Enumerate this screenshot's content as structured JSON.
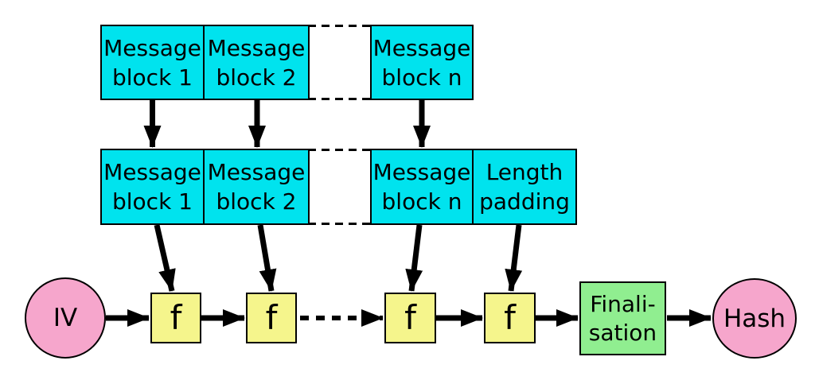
{
  "colors": {
    "background": "#ffffff",
    "line": "#000000",
    "text": "#000000",
    "message_block_fill": "#00e3ee",
    "compression_fill": "#f5f58c",
    "finalisation_fill": "#90ee90",
    "endpoint_fill": "#f6a6cc"
  },
  "top_row": [
    {
      "line1": "Message",
      "line2": "block 1"
    },
    {
      "line1": "Message",
      "line2": "block 2"
    },
    {
      "line1": "Message",
      "line2": "block n"
    }
  ],
  "middle_row": [
    {
      "line1": "Message",
      "line2": "block 1"
    },
    {
      "line1": "Message",
      "line2": "block 2"
    },
    {
      "line1": "Message",
      "line2": "block n"
    },
    {
      "line1": "Length",
      "line2": "padding"
    }
  ],
  "bottom_row": {
    "iv_label": "IV",
    "f_labels": [
      "f",
      "f",
      "f",
      "f"
    ],
    "finalisation": {
      "line1": "Finali-",
      "line2": "sation"
    },
    "hash_label": "Hash"
  }
}
